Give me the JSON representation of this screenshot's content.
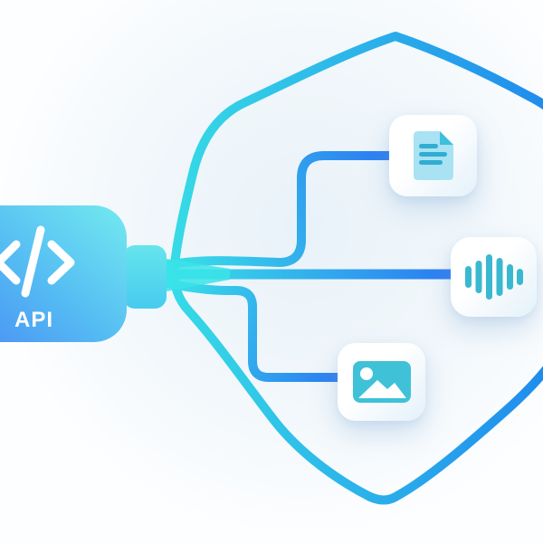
{
  "illustration": {
    "api_plug": {
      "label": "API",
      "icon": "code-slash-icon",
      "glyph_color": "#FFFFFF",
      "block_gradient_from": "#70E5F0",
      "block_gradient_mid": "#55BCF3",
      "block_gradient_to": "#4B97F4",
      "tab_gradient_from": "#66E5EC",
      "tab_gradient_to": "#46CBEF"
    },
    "shield": {
      "icon": "shield-outline-icon",
      "gradient_from": "#38E2E5",
      "gradient_to": "#1E85EE"
    },
    "connector_gradient": {
      "from": "#3AE3E7",
      "to": "#2B7BF2"
    },
    "connections": [
      {
        "id": "document-connector",
        "from": "api-plug",
        "to": "document-card"
      },
      {
        "id": "audio-connector",
        "from": "api-plug",
        "to": "audio-card"
      },
      {
        "id": "image-connector",
        "from": "api-plug",
        "to": "image-card"
      }
    ],
    "cards": [
      {
        "id": "document-card",
        "icon": "document-icon",
        "page_fill": "#A9E2F3",
        "fold_fill": "#3FBFDC",
        "text_line_fill": "#2FADD2"
      },
      {
        "id": "audio-card",
        "icon": "audio-waveform-icon",
        "bar_fill": "#3AB8CF"
      },
      {
        "id": "image-card",
        "icon": "image-icon",
        "frame_fill": "#3FC2D8",
        "detail_fill": "#FFFFFF"
      }
    ]
  }
}
